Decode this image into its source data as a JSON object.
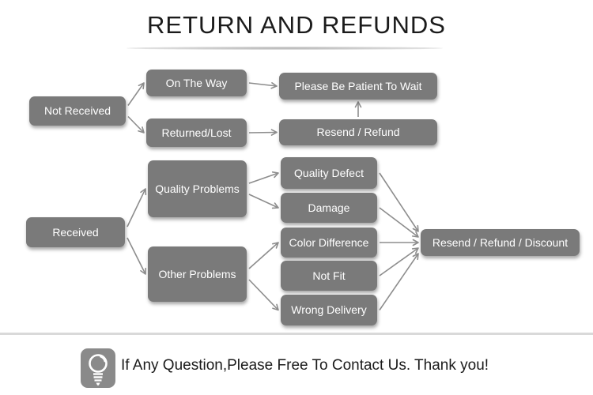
{
  "title": "RETURN AND REFUNDS",
  "colors": {
    "box": "#7a7a7a",
    "box_text": "#ffffff",
    "arrow": "#8d8d8d",
    "title_text": "#1b1b1b",
    "divider": "#d9d9d9",
    "footer_text": "#1b1b1b",
    "icon_bg": "#8a8a8a"
  },
  "flowchart": {
    "nodes": {
      "not_received": "Not Received",
      "on_the_way": "On The Way",
      "returned_lost": "Returned/Lost",
      "please_wait": "Please Be Patient To Wait",
      "resend_refund": "Resend / Refund",
      "received": "Received",
      "quality_problems": "Quality Problems",
      "other_problems": "Other Problems",
      "quality_defect": "Quality Defect",
      "damage": "Damage",
      "color_difference": "Color Difference",
      "not_fit": "Not Fit",
      "wrong_delivery": "Wrong Delivery",
      "resend_discount": "Resend / Refund / Discount"
    },
    "edges": [
      {
        "from": "not_received",
        "to": "on_the_way"
      },
      {
        "from": "not_received",
        "to": "returned_lost"
      },
      {
        "from": "on_the_way",
        "to": "please_wait"
      },
      {
        "from": "returned_lost",
        "to": "resend_refund"
      },
      {
        "from": "resend_refund",
        "to": "please_wait",
        "fa": "top",
        "ta": "bottom"
      },
      {
        "from": "received",
        "to": "quality_problems"
      },
      {
        "from": "received",
        "to": "other_problems"
      },
      {
        "from": "quality_problems",
        "to": "quality_defect"
      },
      {
        "from": "quality_problems",
        "to": "damage"
      },
      {
        "from": "other_problems",
        "to": "color_difference"
      },
      {
        "from": "other_problems",
        "to": "wrong_delivery"
      },
      {
        "from": "quality_defect",
        "to": "resend_discount"
      },
      {
        "from": "damage",
        "to": "resend_discount"
      },
      {
        "from": "color_difference",
        "to": "resend_discount"
      },
      {
        "from": "not_fit",
        "to": "resend_discount"
      },
      {
        "from": "wrong_delivery",
        "to": "resend_discount"
      }
    ]
  },
  "footer": {
    "icon": "light-bulb-icon",
    "message": "If Any Question,Please Free To Contact Us. Thank you!"
  }
}
